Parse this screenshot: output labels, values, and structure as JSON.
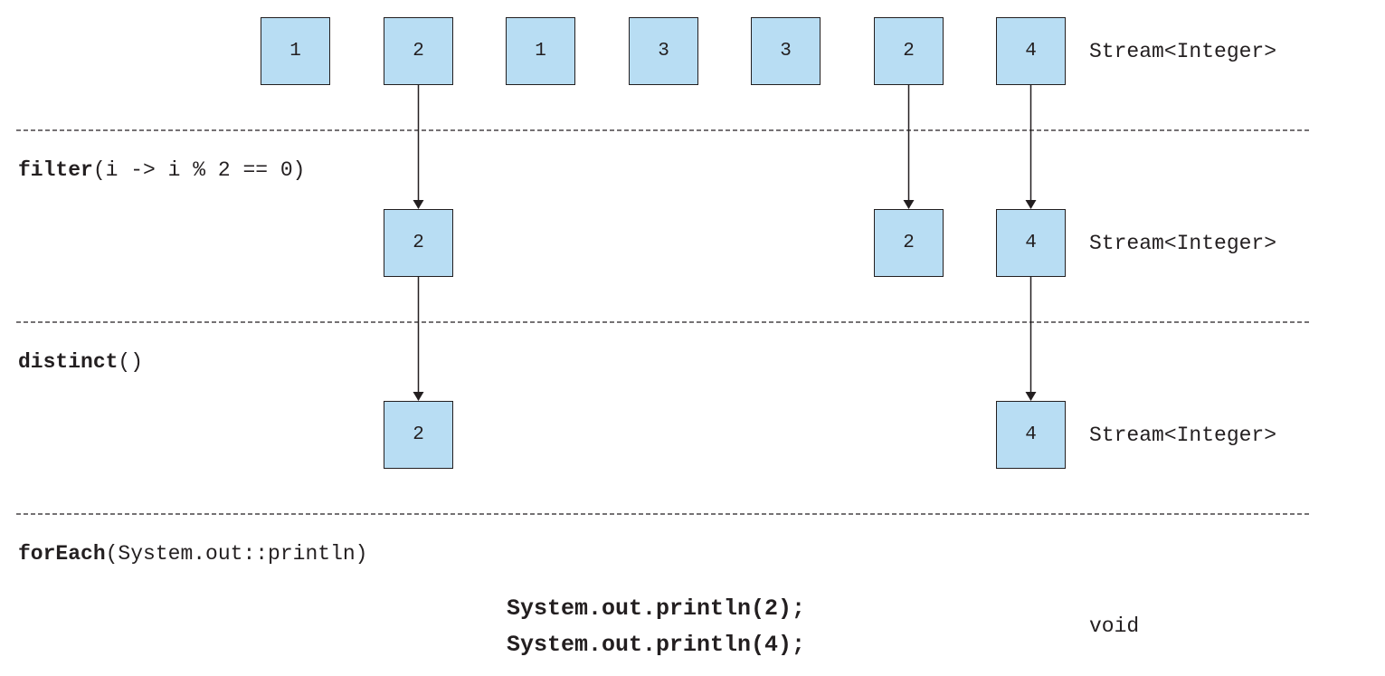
{
  "stages": [
    {
      "elements": [
        {
          "value": "1",
          "slot": 0
        },
        {
          "value": "2",
          "slot": 1
        },
        {
          "value": "1",
          "slot": 2
        },
        {
          "value": "3",
          "slot": 3
        },
        {
          "value": "3",
          "slot": 4
        },
        {
          "value": "2",
          "slot": 5
        },
        {
          "value": "4",
          "slot": 6
        }
      ],
      "type_label": "Stream<Integer>"
    },
    {
      "operation": {
        "name": "filter",
        "args": "(i -> i % 2 == 0)"
      },
      "elements": [
        {
          "value": "2",
          "slot": 1
        },
        {
          "value": "2",
          "slot": 5
        },
        {
          "value": "4",
          "slot": 6
        }
      ],
      "type_label": "Stream<Integer>"
    },
    {
      "operation": {
        "name": "distinct",
        "args": "()"
      },
      "elements": [
        {
          "value": "2",
          "slot": 1
        },
        {
          "value": "4",
          "slot": 6
        }
      ],
      "type_label": "Stream<Integer>"
    }
  ],
  "terminal": {
    "operation": {
      "name": "forEach",
      "args": "(System.out::println)"
    },
    "output_lines": [
      "System.out.println(2);",
      "System.out.println(4);"
    ],
    "type_label": "void"
  }
}
